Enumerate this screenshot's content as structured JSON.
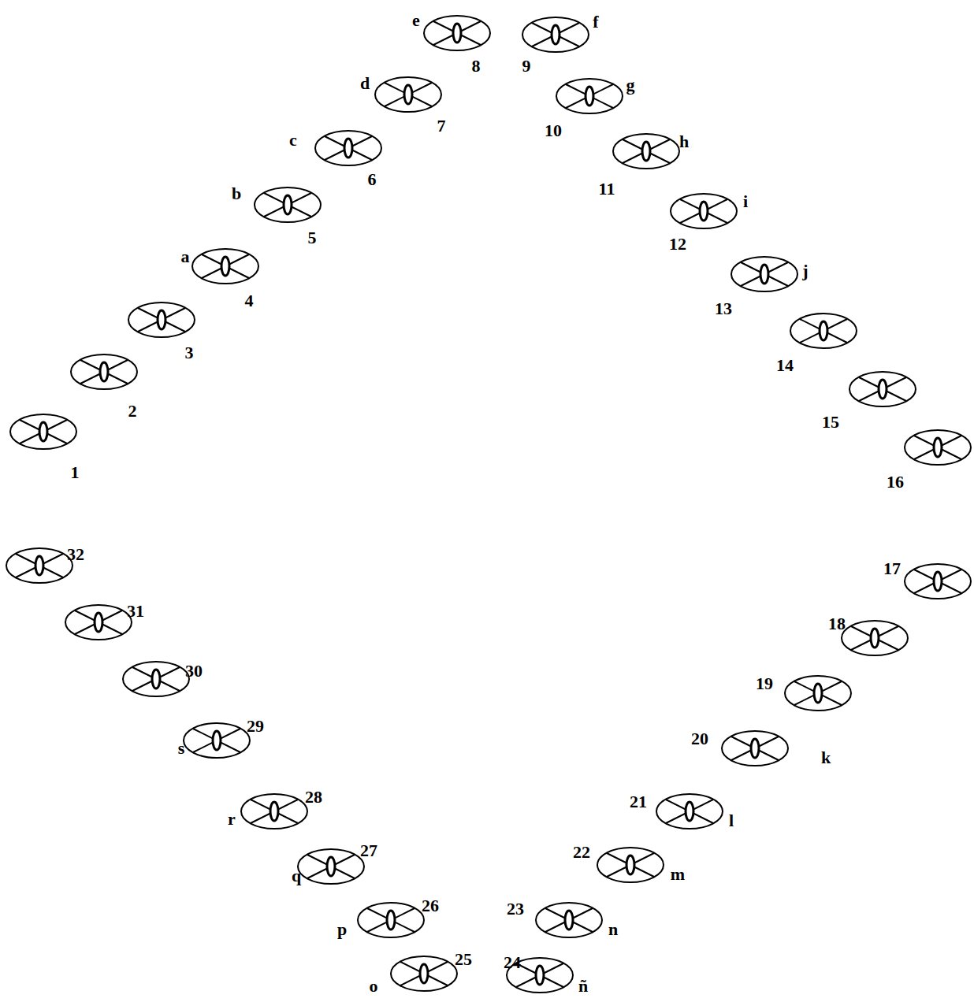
{
  "diagram": {
    "labels": [
      "1",
      "2",
      "3",
      "a",
      "4",
      "b",
      "5",
      "c",
      "6",
      "d",
      "7",
      "e",
      "8",
      "9",
      "f",
      "g",
      "10",
      "h",
      "11",
      "i",
      "12",
      "j",
      "13",
      "14",
      "15",
      "16",
      "17",
      "18",
      "19",
      "20",
      "k",
      "21",
      "l",
      "22",
      "m",
      "23",
      "n",
      "24",
      "ñ",
      "25",
      "o",
      "26",
      "p",
      "27",
      "q",
      "28",
      "r",
      "29",
      "s",
      "30",
      "31",
      "32"
    ]
  }
}
